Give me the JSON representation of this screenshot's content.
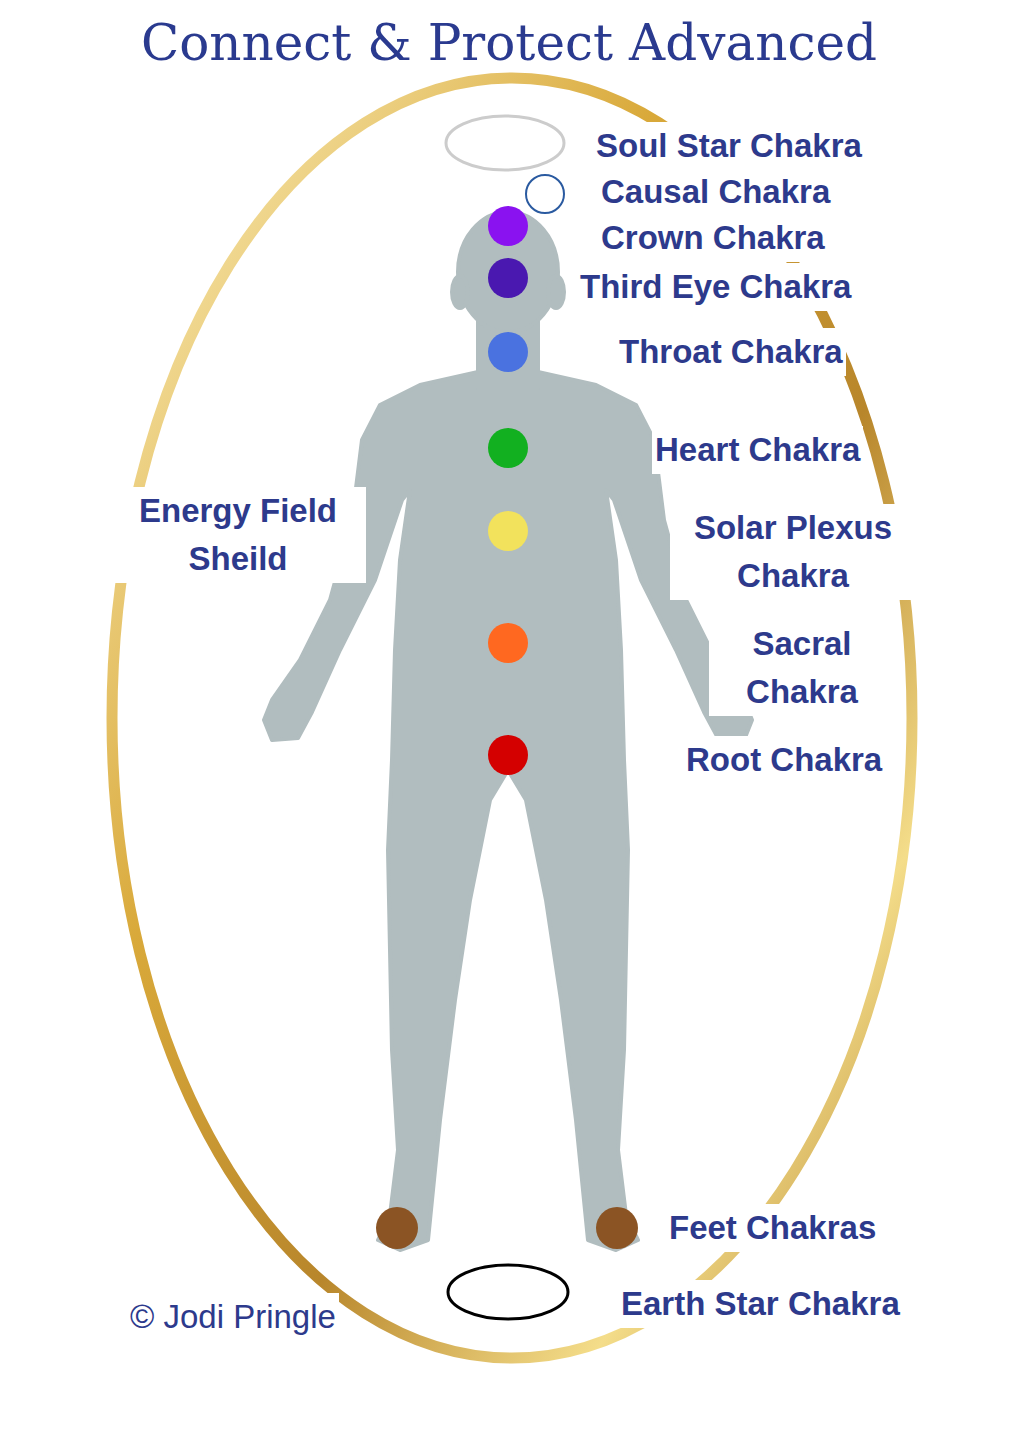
{
  "diagram": {
    "title": "Connect & Protect Advanced",
    "labels": [
      "Soul Star Chakra",
      "Causal Chakra",
      "Crown Chakra",
      "Third Eye Chakra",
      "Throat Chakra",
      "Heart Chakra",
      "Energy Field Sheild",
      "Solar Plexus Chakra",
      "Sacral Chakra",
      "Root Chakra",
      "Feet Chakras",
      "Earth Star Chakra",
      "© Jodi Pringle"
    ]
  }
}
